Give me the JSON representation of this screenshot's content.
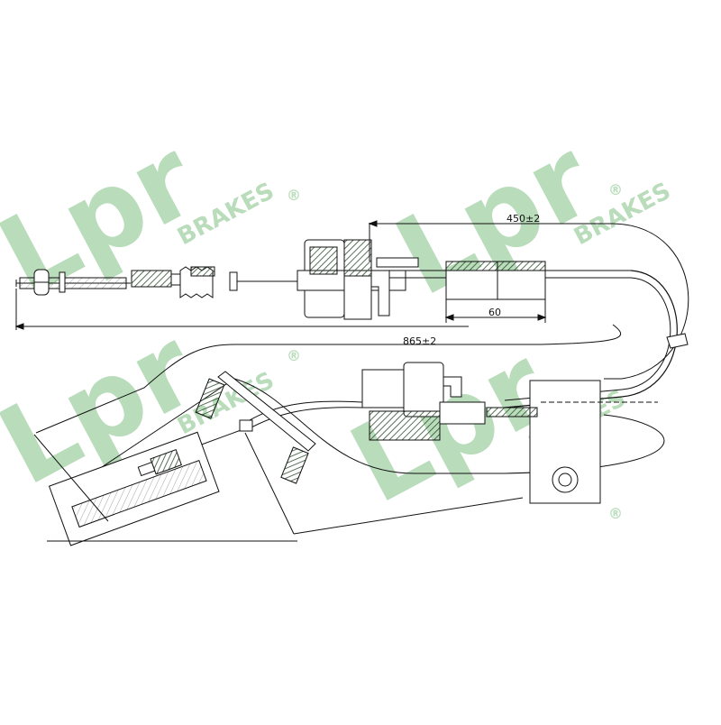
{
  "dimensions": {
    "top_length": "450±2",
    "total_length": "865±2",
    "sleeve_length": "60"
  },
  "watermark": {
    "brand": "Lpr",
    "sub": "BRAKES",
    "mark": "®"
  },
  "colors": {
    "line": "#111111",
    "fill_green": "#5a8a5a",
    "watermark": "#b9dcbb"
  }
}
